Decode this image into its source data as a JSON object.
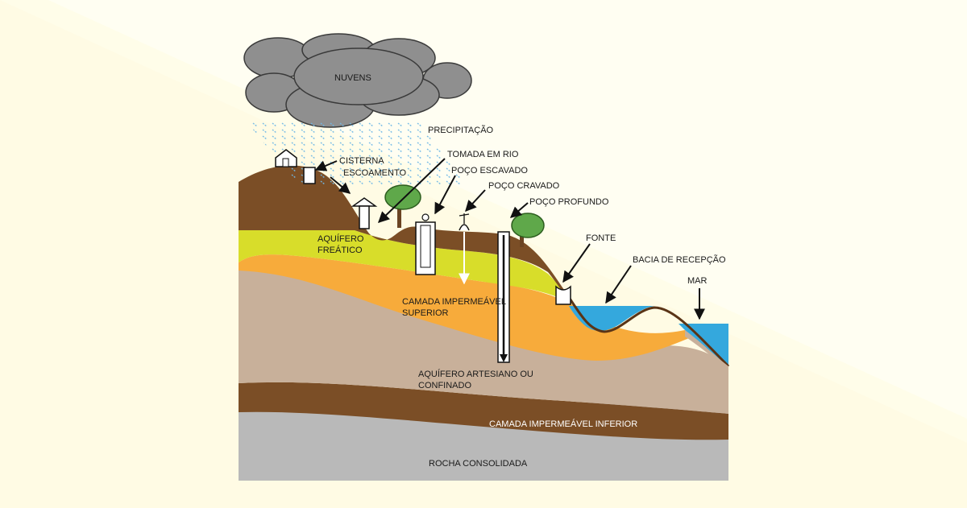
{
  "colors": {
    "page_background": "#fffbe4",
    "page_background_light": "#fffde9",
    "cloud": "#8f8f8f",
    "rain": "#6fb8e6",
    "topsoil": "#7b4e26",
    "phreatic_aquifer": "#d8dd2a",
    "upper_impermeable": "#f7ab3b",
    "artesian_aquifer": "#c8b09a",
    "lower_impermeable": "#7b4e26",
    "bedrock": "#b9b9b9",
    "sea": "#34a8dd",
    "tree": "#5fa84a",
    "trunk": "#6b4423"
  },
  "labels": {
    "clouds": "NUVENS",
    "precipitation": "PRECIPITAÇÃO",
    "cistern": "CISTERNA",
    "runoff": "ESCOAMENTO",
    "river_intake": "TOMADA EM RIO",
    "dug_well": "POÇO ESCAVADO",
    "driven_well": "POÇO CRAVADO",
    "deep_well": "POÇO PROFUNDO",
    "phreatic_aquifer_line1": "AQUÍFERO",
    "phreatic_aquifer_line2": "FREÁTICO",
    "spring": "FONTE",
    "receiving_basin": "BACIA DE RECEPÇÃO",
    "sea": "MAR",
    "upper_layer_line1": "CAMADA IMPERMEÁVEL",
    "upper_layer_line2": "SUPERIOR",
    "artesian_line1": "AQUÍFERO ARTESIANO OU",
    "artesian_line2": "CONFINADO",
    "lower_layer": "CAMADA IMPERMEÁVEL INFERIOR",
    "bedrock": "ROCHA CONSOLIDADA"
  }
}
